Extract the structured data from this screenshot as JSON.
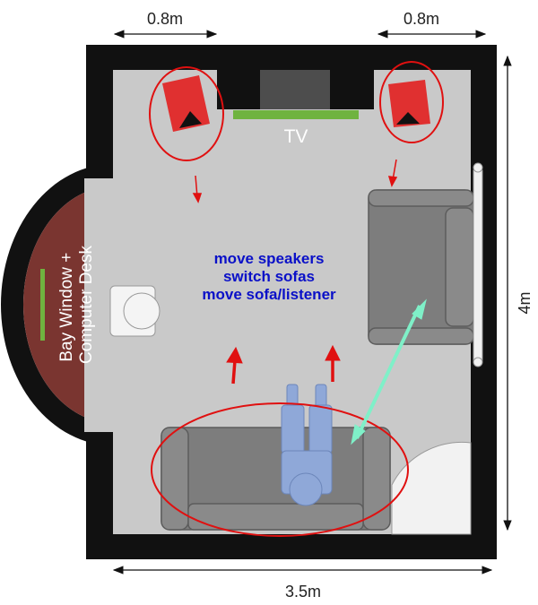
{
  "dimensions": {
    "speaker_left_offset": "0.8m",
    "speaker_right_offset": "0.8m",
    "room_width": "3.5m",
    "room_depth": "4m"
  },
  "tv": {
    "label": "TV"
  },
  "notes": [
    "move speakers",
    "switch sofas",
    "move sofa/listener"
  ],
  "bay_window": {
    "line1": "Bay Window +",
    "line2": "Computer Desk"
  },
  "colors": {
    "wall": "#111111",
    "floor": "#c9c9c9",
    "speaker": "#e03030",
    "highlight": "#e01010",
    "sofa": "#7d7d7d",
    "listener": "#8fa8d8",
    "bay": "#7a3530",
    "tv_stand": "#6fb33f",
    "diagonal_arrow": "#7ff0c8",
    "note_text": "#0a10c8"
  }
}
